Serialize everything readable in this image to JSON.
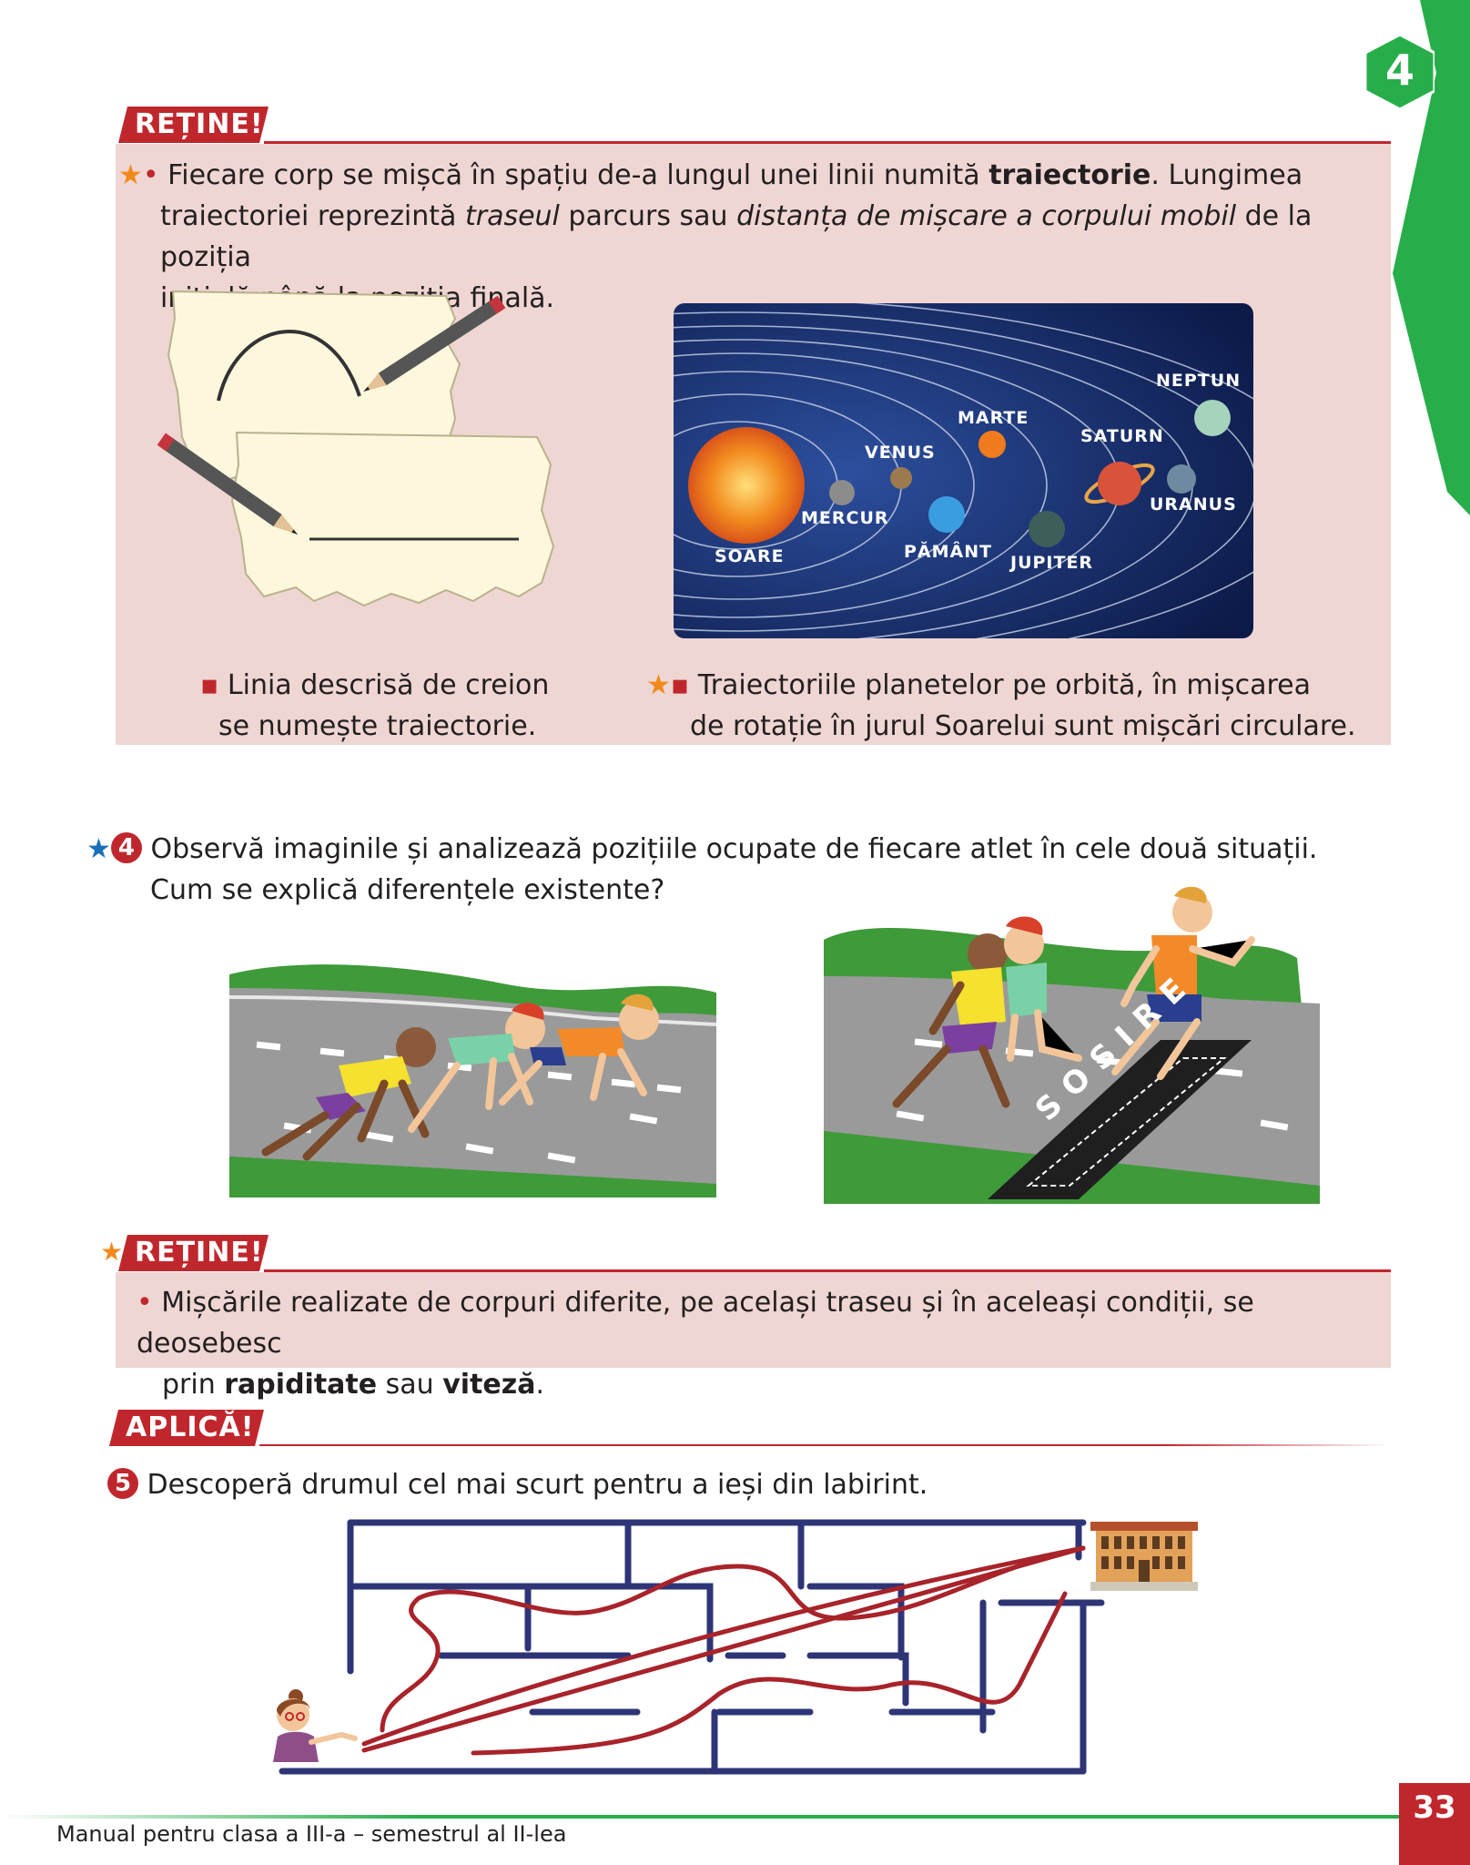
{
  "chapter": {
    "number": "4"
  },
  "retine1": {
    "tag": "REȚINE!",
    "p1": {
      "a": "Fiecare corp se mișcă în spațiu de-a lungul unei linii numită ",
      "b_traiectorie": "traiectorie",
      "c": ". Lungimea",
      "d": "traiectoriei reprezintă ",
      "e_traseul": "traseul",
      "f": " parcurs sau ",
      "g_distanta": "distanța de mișcare a corpului mobil",
      "h": " de la poziția",
      "i": "inițială până la poziția finală."
    },
    "caption_left_1": "Linia descrisă de creion",
    "caption_left_2": "se numește traiectorie.",
    "caption_right_1": "Traiectoriile planetelor pe orbită, în mișcarea",
    "caption_right_2": "de rotație în jurul Soarelui sunt mișcări circulare."
  },
  "solar_system": {
    "labels": {
      "soare": "SOARE",
      "mercur": "MERCUR",
      "venus": "VENUS",
      "pamant": "PĂMÂNT",
      "marte": "MARTE",
      "jupiter": "JUPITER",
      "saturn": "SATURN",
      "uranus": "URANUS",
      "neptun": "NEPTUN"
    }
  },
  "exercise4": {
    "number": "4",
    "line1": "Observă imaginile și analizează pozițiile ocupate de fiecare atlet în cele două situații.",
    "line2": "Cum se explică diferențele existente?",
    "finish_word": "SOSIRE"
  },
  "retine2": {
    "tag": "REȚINE!",
    "a": "Mișcările realizate de corpuri diferite, pe același traseu și în aceleași condiții, se deosebesc",
    "b": "prin ",
    "c_rapiditate": "rapiditate",
    "d": " sau ",
    "e_viteza": "viteză",
    "f": "."
  },
  "aplica": {
    "tag": "APLICĂ!"
  },
  "exercise5": {
    "number": "5",
    "text": "Descoperă drumul cel mai scurt pentru a ieși din labirint."
  },
  "footer": {
    "text": "Manual pentru clasa a III-a – semestrul al II-lea",
    "page": "33"
  },
  "colors": {
    "accent_red": "#c0272d",
    "green": "#27ae4a",
    "pink": "#efd6d3",
    "star_orange": "#f08a1c",
    "star_blue": "#1a70b8"
  }
}
